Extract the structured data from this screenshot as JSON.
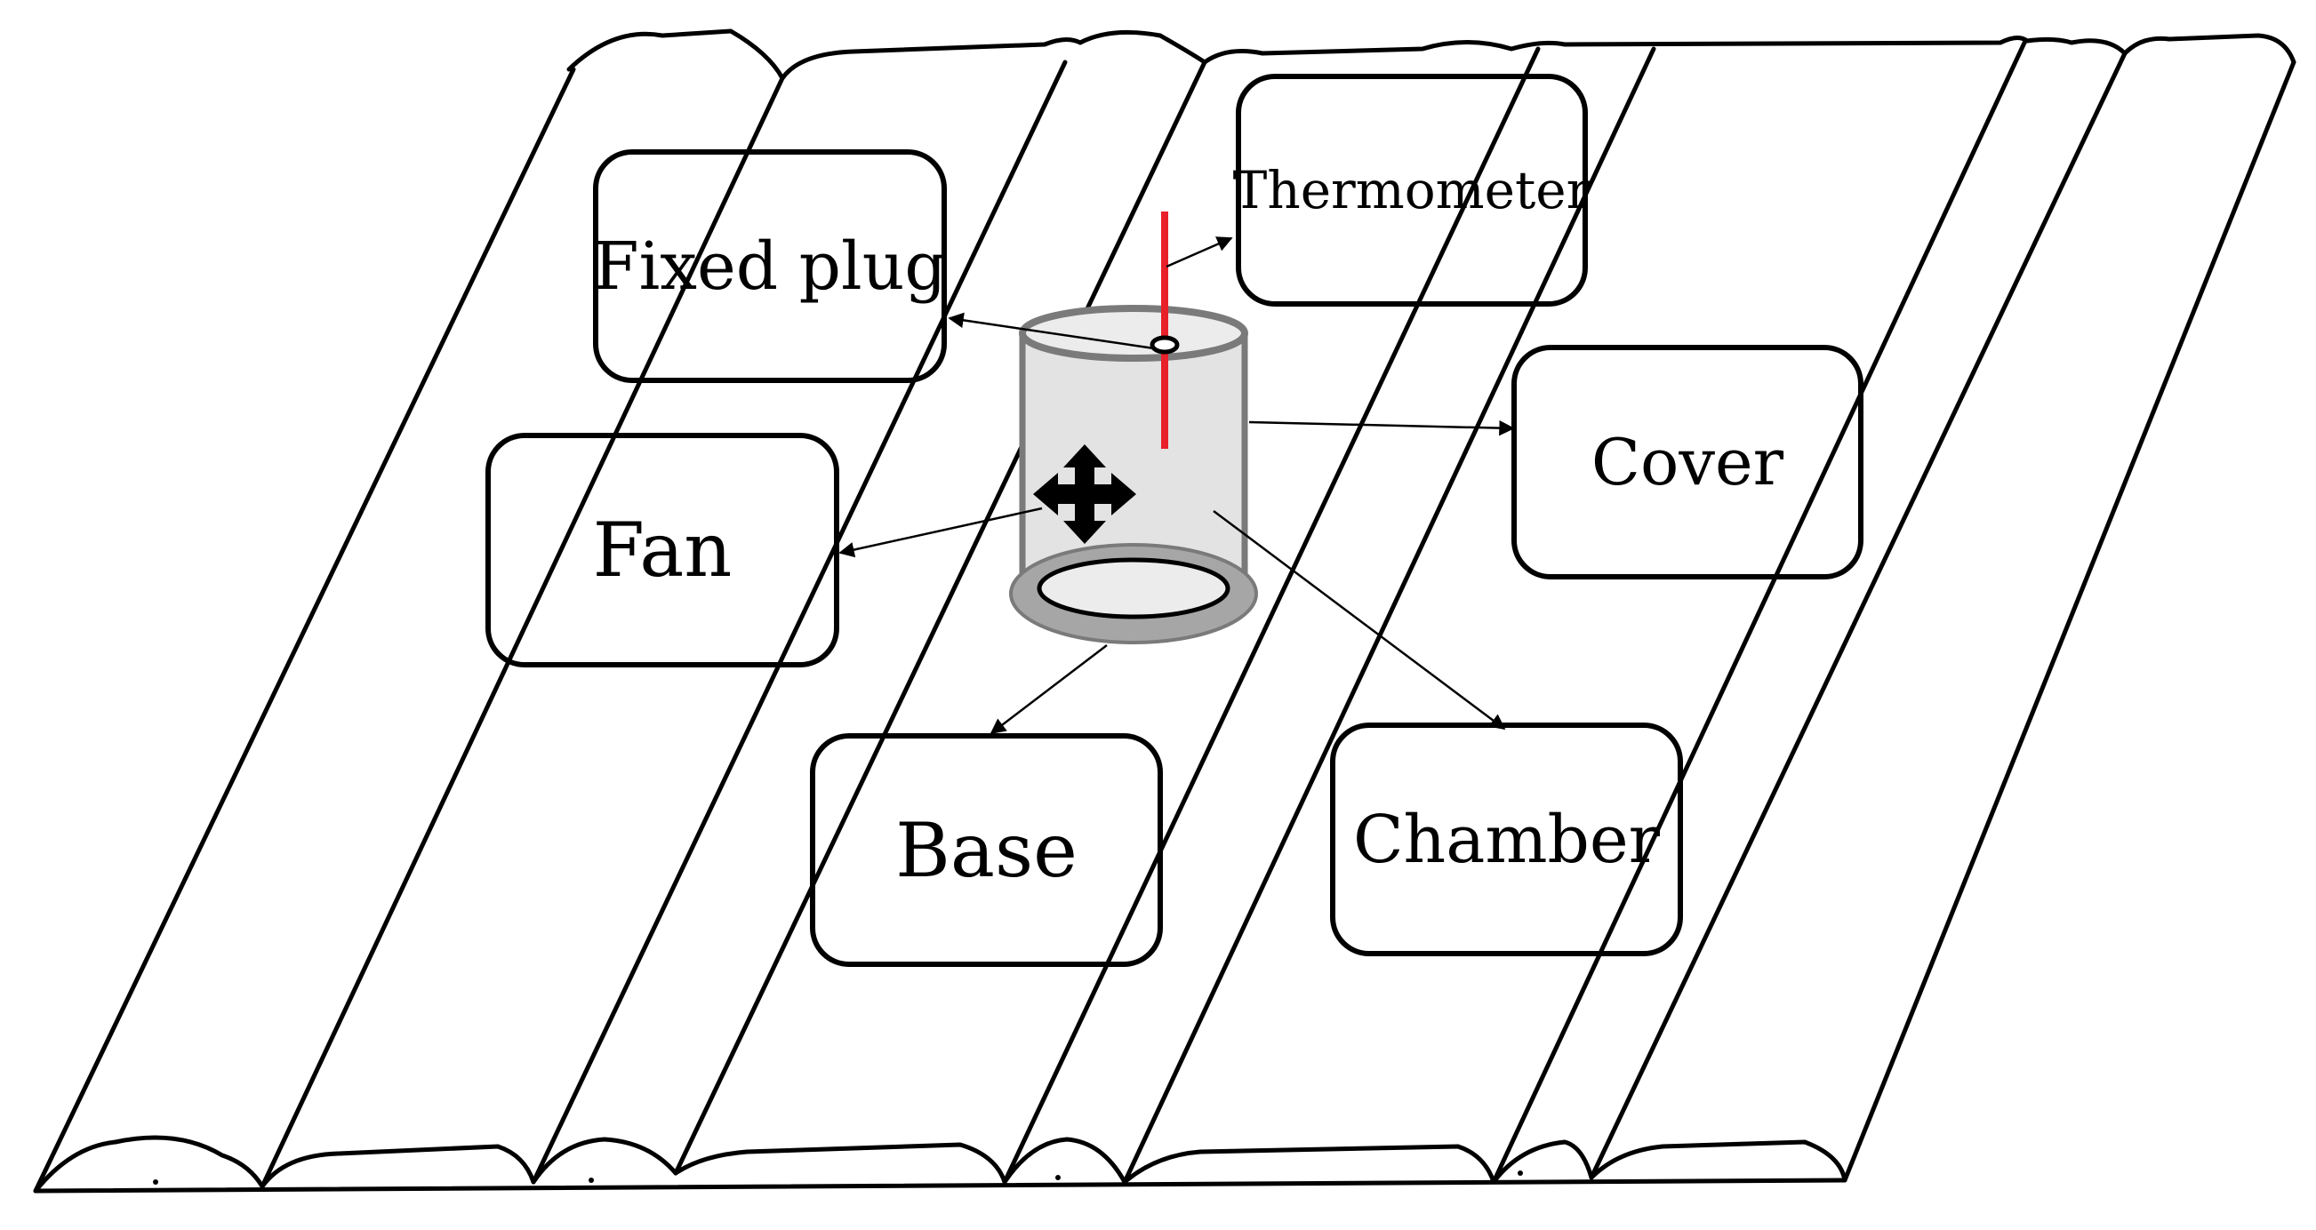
{
  "diagram": {
    "labels": {
      "thermometer": "Thermometer",
      "fixed_plug": "Fixed plug",
      "fan": "Fan",
      "cover": "Cover",
      "base": "Base",
      "chamber": "Chamber"
    },
    "colors": {
      "line": "#000000",
      "thermometer": "#e8202a",
      "chamber_fill": "#e3e3e3",
      "chamber_rim": "#7a7a7a",
      "base_ring": "#a6a6a6"
    }
  }
}
